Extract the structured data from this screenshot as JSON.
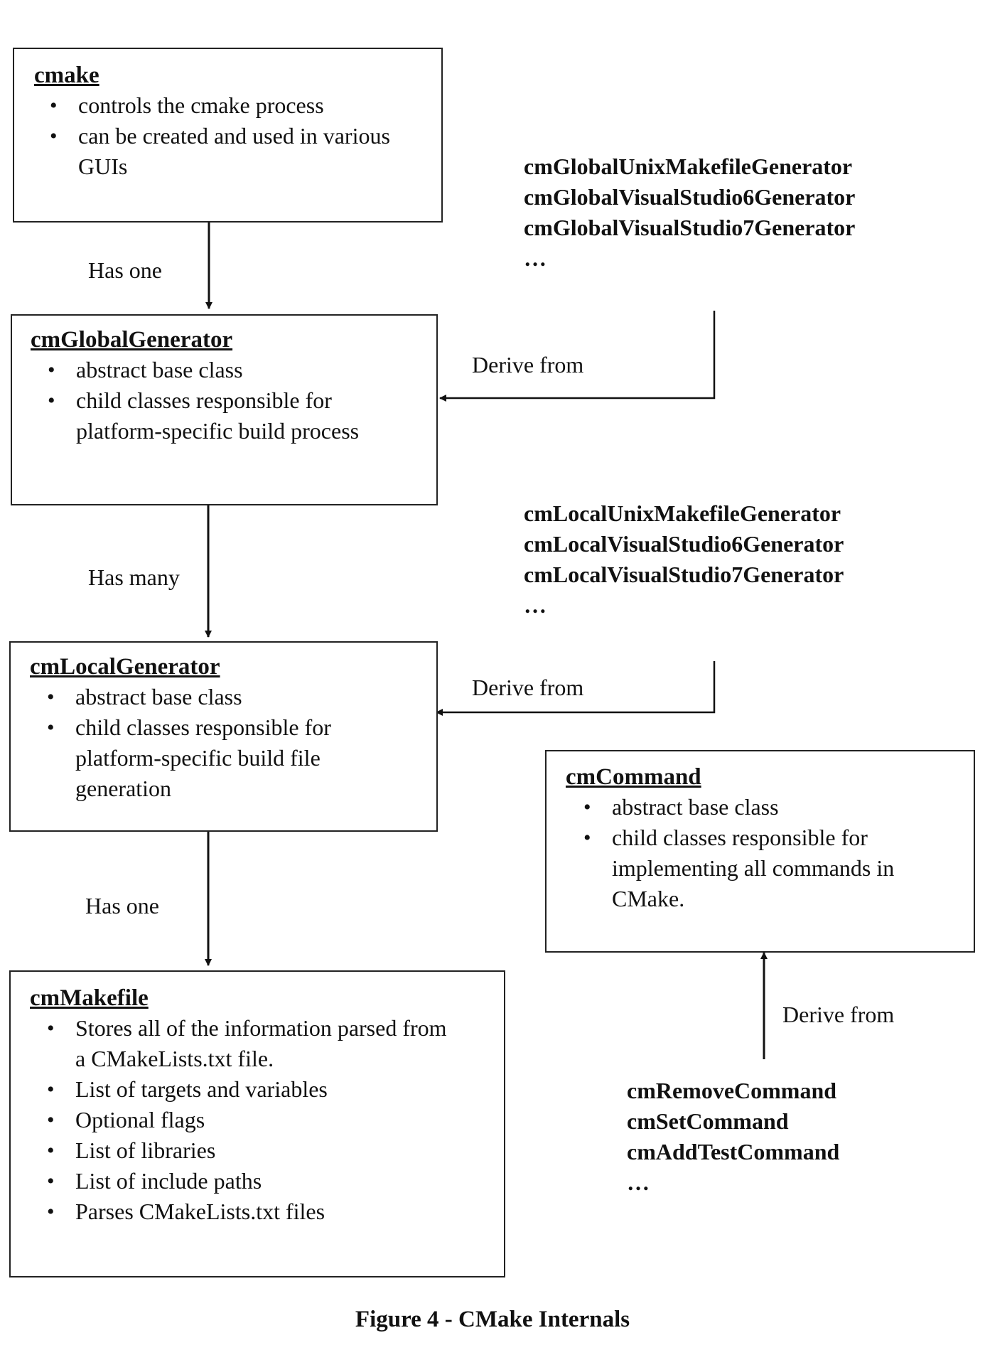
{
  "boxes": {
    "cmake": {
      "title": "cmake",
      "bullets": [
        "controls the cmake process",
        "can be created and used in various GUIs"
      ]
    },
    "global_generator": {
      "title": "cmGlobalGenerator",
      "bullets": [
        "abstract base class",
        "child classes responsible for platform-specific build process"
      ]
    },
    "local_generator": {
      "title": "cmLocalGenerator",
      "bullets": [
        "abstract base class",
        "child classes responsible for platform-specific build file generation"
      ]
    },
    "makefile": {
      "title": "cmMakefile",
      "bullets": [
        "Stores all of the information parsed from a CMakeLists.txt file.",
        "List of targets and variables",
        "Optional flags",
        "List of libraries",
        "List of include paths",
        "Parses CMakeLists.txt files"
      ]
    },
    "command": {
      "title": "cmCommand",
      "bullets": [
        "abstract base class",
        "child classes responsible for implementing all commands in CMake."
      ]
    }
  },
  "relations": {
    "cmake_to_global": "Has one",
    "global_to_local": "Has many",
    "local_to_makefile": "Has one",
    "global_derive": "Derive from",
    "local_derive": "Derive from",
    "command_derive": "Derive from"
  },
  "subclasses": {
    "global": [
      "cmGlobalUnixMakefileGenerator",
      "cmGlobalVisualStudio6Generator",
      "cmGlobalVisualStudio7Generator",
      "…"
    ],
    "local": [
      "cmLocalUnixMakefileGenerator",
      "cmLocalVisualStudio6Generator",
      "cmLocalVisualStudio7Generator",
      "…"
    ],
    "command": [
      "cmRemoveCommand",
      "cmSetCommand",
      "cmAddTestCommand",
      "…"
    ]
  },
  "caption": "Figure 4 - CMake Internals"
}
